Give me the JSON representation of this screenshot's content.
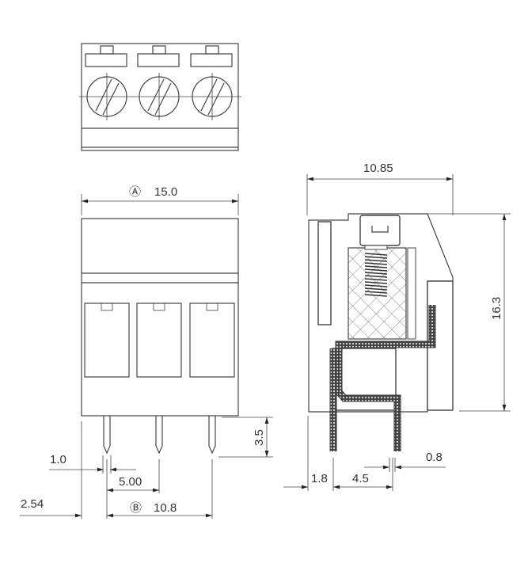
{
  "dimensions": {
    "width_A": "15.0",
    "marker_A": "Ⓐ",
    "depth": "10.85",
    "height": "16.3",
    "pin_length": "3.5",
    "pin_width": "1.0",
    "pitch": "5.00",
    "edge_offset": "2.54",
    "pin_span": "10.8",
    "marker_B": "Ⓑ",
    "side_offset": "1.8",
    "side_pin_spacing": "4.5",
    "side_pin_thickness": "0.8"
  }
}
